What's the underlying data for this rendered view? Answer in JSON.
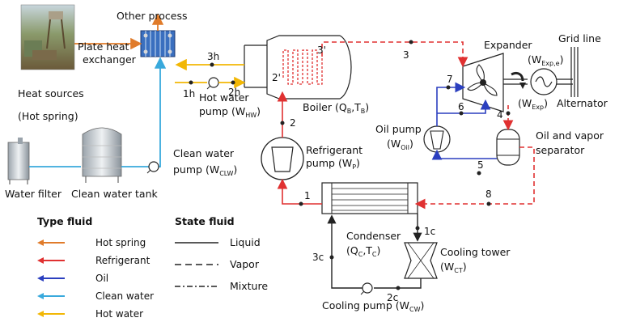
{
  "labels": {
    "other_process": "Other process",
    "grid_line": "Grid line",
    "plate_heat_exchanger_1": "Plate heat",
    "plate_heat_exchanger_2": "exchanger",
    "expander": "Expander",
    "w_exp_e": "(W",
    "w_exp_e_sub": "Exp,e",
    "heat_sources_1": "Heat sources",
    "heat_sources_2": "(Hot spring)",
    "hot_water_pump_1": "Hot water",
    "hot_water_pump_2": "pump (W",
    "hot_water_pump_sub": "HW",
    "boiler": "Boiler (Q",
    "boiler_sub_b": "B",
    "boiler_t": ",T",
    "w_exp": "(W",
    "w_exp_sub": "Exp",
    "alternator": "Alternator",
    "oil_pump_1": "Oil pump",
    "oil_pump_2": "(W",
    "oil_pump_sub": "Oil",
    "oil_sep_1": "Oil and vapor",
    "oil_sep_2": "separator",
    "refrigerant_pump_1": "Refrigerant",
    "refrigerant_pump_2": "pump (W",
    "refrigerant_pump_sub": "P",
    "clean_water_pump_1": "Clean water",
    "clean_water_pump_2": "pump (W",
    "clean_water_pump_sub": "CLW",
    "water_filter": "Water filter",
    "clean_water_tank": "Clean water tank",
    "condenser_1": "Condenser",
    "condenser_2": "(Q",
    "condenser_sub_c": "C",
    "condenser_t": ",T",
    "cooling_tower_1": "Cooling tower",
    "cooling_tower_2": "(W",
    "cooling_tower_sub": "CT",
    "cooling_pump": "Cooling pump (W",
    "cooling_pump_sub": "CW",
    "close_paren": ")"
  },
  "states": {
    "s3h": "3h",
    "s2h": "2h",
    "s1h": "1h",
    "s2p": "2'",
    "s3p": "3'",
    "s3": "3",
    "s2": "2",
    "s1": "1",
    "s7": "7",
    "s6": "6",
    "s4": "4",
    "s5": "5",
    "s8": "8",
    "s1c": "1c",
    "s2c": "2c",
    "s3c": "3c"
  },
  "legend": {
    "type_title": "Type fluid",
    "state_title": "State fluid",
    "types": [
      {
        "label": "Hot spring",
        "color": "#e07b2a"
      },
      {
        "label": "Refrigerant",
        "color": "#e03131"
      },
      {
        "label": "Oil",
        "color": "#2b3fbf"
      },
      {
        "label": "Clean water",
        "color": "#39a9dc"
      },
      {
        "label": "Hot water",
        "color": "#f2b705"
      }
    ],
    "states": [
      {
        "label": "Liquid",
        "style": "solid"
      },
      {
        "label": "Vapor",
        "style": "dashed"
      },
      {
        "label": "Mixture",
        "style": "dashdot"
      }
    ]
  },
  "colors": {
    "hot_spring": "#e07b2a",
    "refrigerant": "#e03131",
    "oil": "#2b3fbf",
    "clean_water": "#39a9dc",
    "hot_water": "#f2b705",
    "equipment_line": "#222222"
  }
}
